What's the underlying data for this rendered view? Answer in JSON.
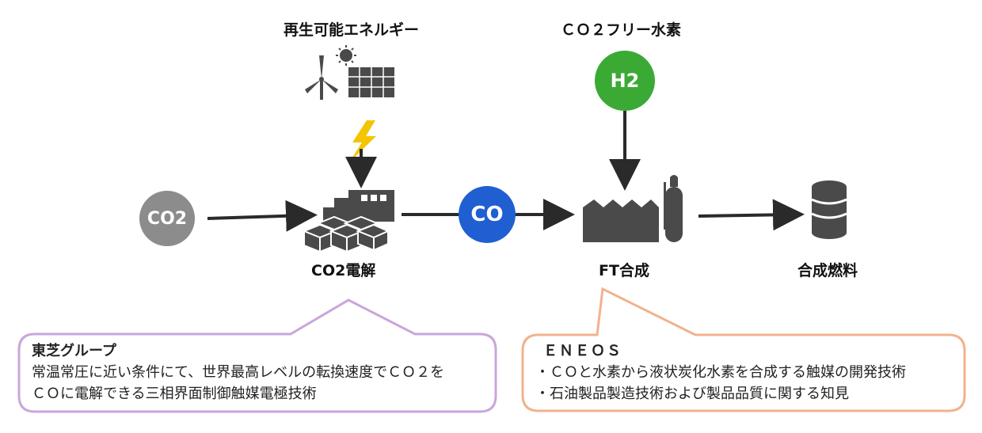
{
  "labels": {
    "renewable": "再生可能エネルギー",
    "co2_free_h2": "ＣＯ２フリー水素",
    "co2_electrolysis": "CO2電解",
    "ft_synthesis": "FT合成",
    "synthetic_fuel": "合成燃料"
  },
  "nodes": {
    "co2": "CO2",
    "co": "CO",
    "h2": "H2"
  },
  "colors": {
    "co2_circle": "#8c8c8c",
    "co_circle": "#1f5fd1",
    "h2_circle": "#3aaa35",
    "icon_gray": "#4a4a4a",
    "lightning": "#f5c400",
    "toshiba_border": "#c9a6dc",
    "eneos_border": "#f2b28c"
  },
  "callouts": {
    "toshiba": {
      "title": "東芝グループ",
      "lines": [
        "常温常圧に近い条件にて、世界最高レベルの転換速度でＣＯ２を",
        "ＣＯに電解できる三相界面制御触媒電極技術"
      ]
    },
    "eneos": {
      "title": "ＥＮＥＯＳ",
      "lines": [
        "・ＣＯと水素から液状炭化水素を合成する触媒の開発技術",
        "・石油製品製造技術および製品品質に関する知見"
      ]
    }
  }
}
